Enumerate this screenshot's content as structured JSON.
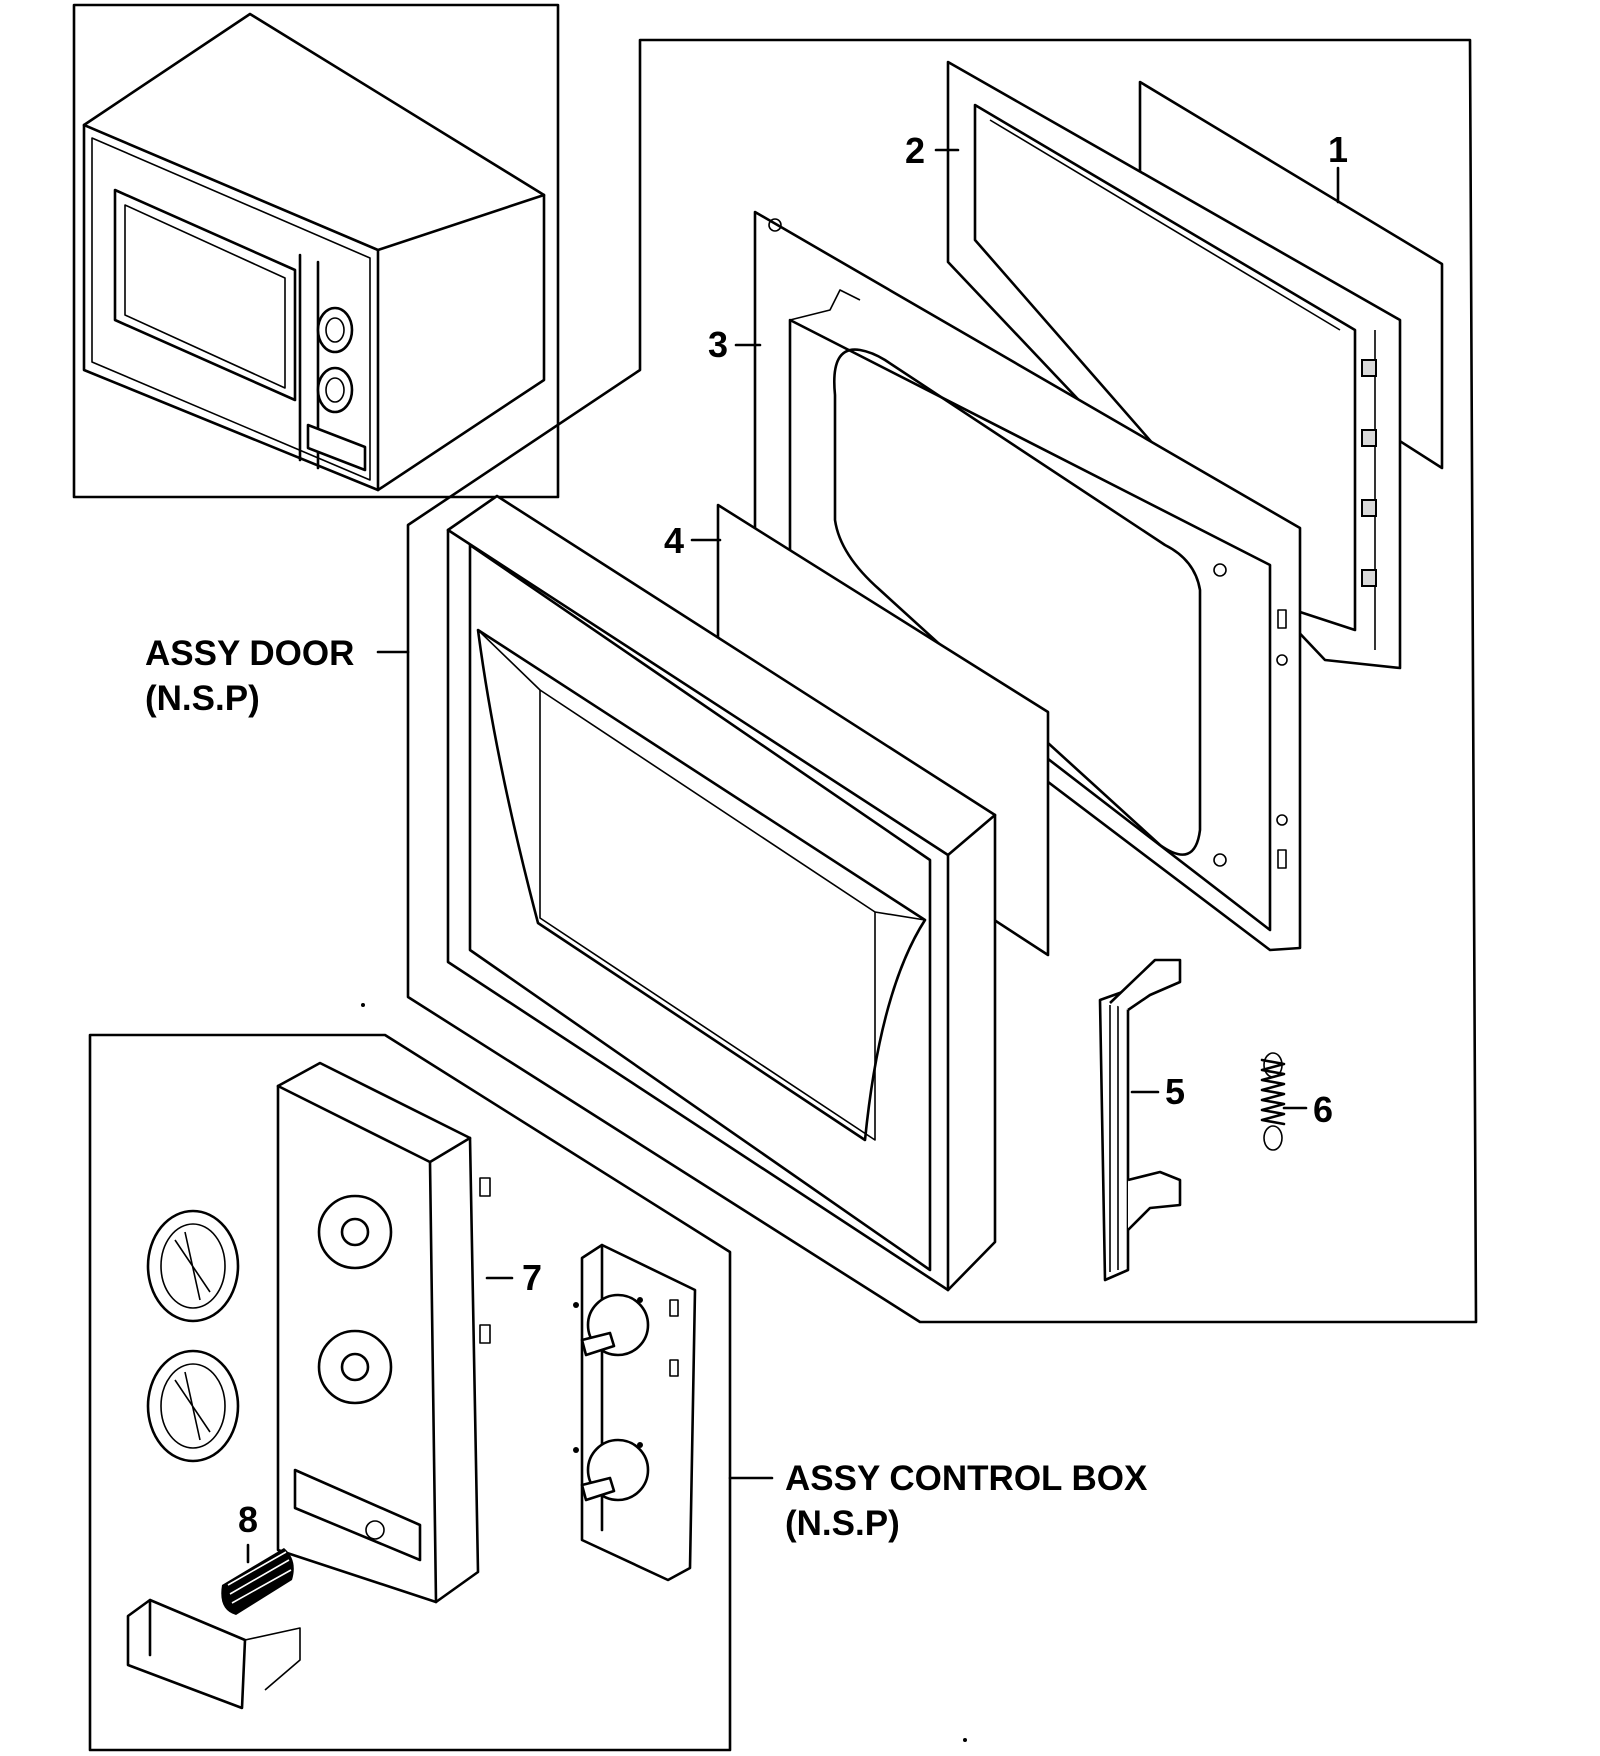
{
  "diagram": {
    "callouts": {
      "c1": "1",
      "c2": "2",
      "c3": "3",
      "c4": "4",
      "c5": "5",
      "c6": "6",
      "c7": "7",
      "c8": "8"
    },
    "assemblies": {
      "door": {
        "name": "ASSY DOOR",
        "note": "(N.S.P)"
      },
      "control_box": {
        "name": "ASSY CONTROL BOX",
        "note": "(N.S.P)"
      }
    }
  }
}
